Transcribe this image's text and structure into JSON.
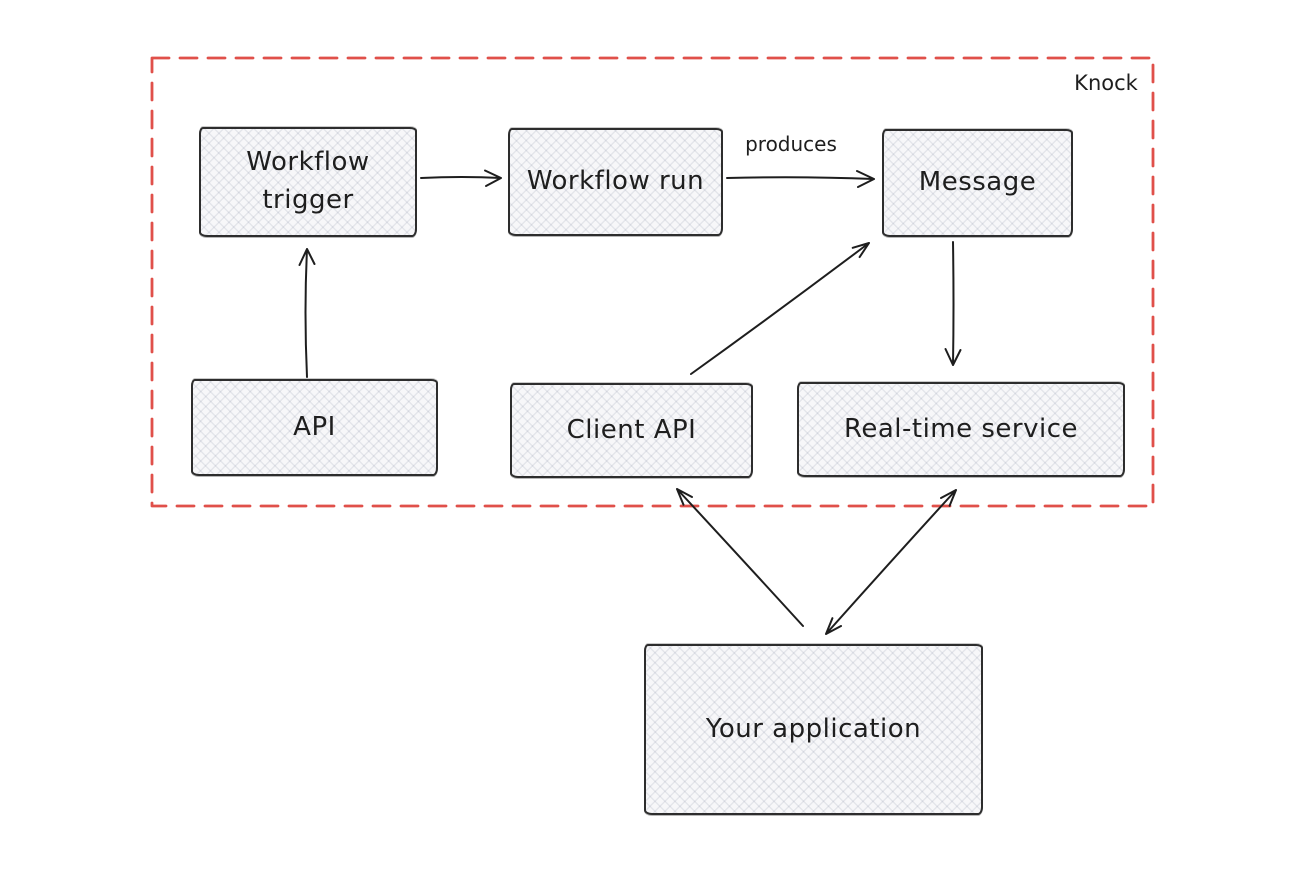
{
  "diagram": {
    "boundary": {
      "label": "Knock",
      "color": "#e0504a",
      "style": "dashed"
    },
    "colors": {
      "background": "#ffffff",
      "edge_stroke": "#1e1e1e",
      "node_fill": "#f7f7f9",
      "node_border": "#2d2d2d"
    },
    "nodes": [
      {
        "id": "workflow-trigger",
        "label": "Workflow trigger",
        "inside_boundary": true
      },
      {
        "id": "workflow-run",
        "label": "Workflow run",
        "inside_boundary": true
      },
      {
        "id": "message",
        "label": "Message",
        "inside_boundary": true
      },
      {
        "id": "api",
        "label": "API",
        "inside_boundary": true
      },
      {
        "id": "client-api",
        "label": "Client API",
        "inside_boundary": true
      },
      {
        "id": "real-time-service",
        "label": "Real-time service",
        "inside_boundary": true
      },
      {
        "id": "your-application",
        "label": "Your application",
        "inside_boundary": false
      }
    ],
    "edges": [
      {
        "from": "workflow-trigger",
        "to": "workflow-run",
        "label": "",
        "bidirectional": false
      },
      {
        "from": "workflow-run",
        "to": "message",
        "label": "produces",
        "bidirectional": false
      },
      {
        "from": "api",
        "to": "workflow-trigger",
        "label": "",
        "bidirectional": false
      },
      {
        "from": "client-api",
        "to": "message",
        "label": "",
        "bidirectional": false
      },
      {
        "from": "message",
        "to": "real-time-service",
        "label": "",
        "bidirectional": false
      },
      {
        "from": "your-application",
        "to": "client-api",
        "label": "",
        "bidirectional": false
      },
      {
        "from": "your-application",
        "to": "real-time-service",
        "label": "",
        "bidirectional": true
      }
    ]
  }
}
